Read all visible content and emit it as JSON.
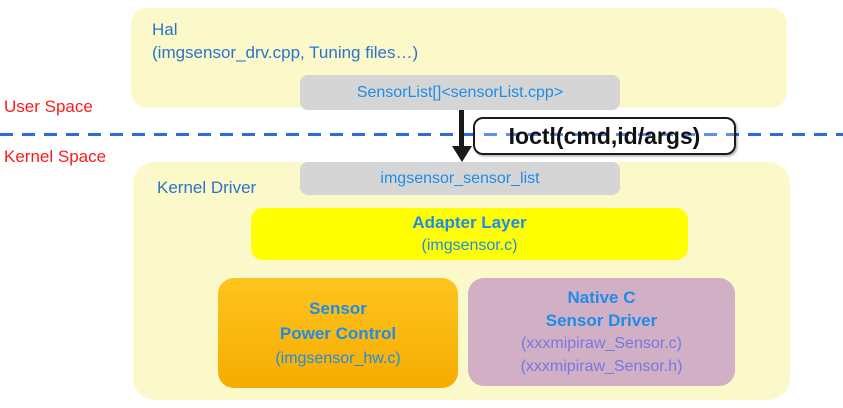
{
  "labels": {
    "user_space": "User Space",
    "kernel_space": "Kernel Space"
  },
  "hal": {
    "title": "Hal",
    "subtitle": "(imgsensor_drv.cpp, Tuning files…)",
    "sensor_list": "SensorList[]<sensorList.cpp>"
  },
  "ioctl": {
    "label": "Ioctl(cmd,id/args)"
  },
  "kernel": {
    "title": "Kernel Driver",
    "sensor_list": "imgsensor_sensor_list",
    "adapter": {
      "title": "Adapter Layer",
      "file": "(imgsensor.c)"
    },
    "power": {
      "line1": "Sensor",
      "line2": "Power Control",
      "file": "(imgsensor_hw.c)"
    },
    "native": {
      "line1": "Native C",
      "line2": "Sensor Driver",
      "file1": "(xxxmipiraw_Sensor.c)",
      "file2": "(xxxmipiraw_Sensor.h)"
    }
  },
  "colors": {
    "pale_yellow": "#FBF8C9",
    "bright_yellow": "#FFFF00",
    "orange": "#FBBB13",
    "pink": "#D1AFC5",
    "gray": "#D5D5D5",
    "label_blue": "#2B74CC",
    "box_text_blue": "#1E8CE8",
    "purple_text": "#7678E0",
    "red_label": "#FF1A1A",
    "divider_blue": "#2E6BE0",
    "arrow_black": "#1A1A1A"
  }
}
